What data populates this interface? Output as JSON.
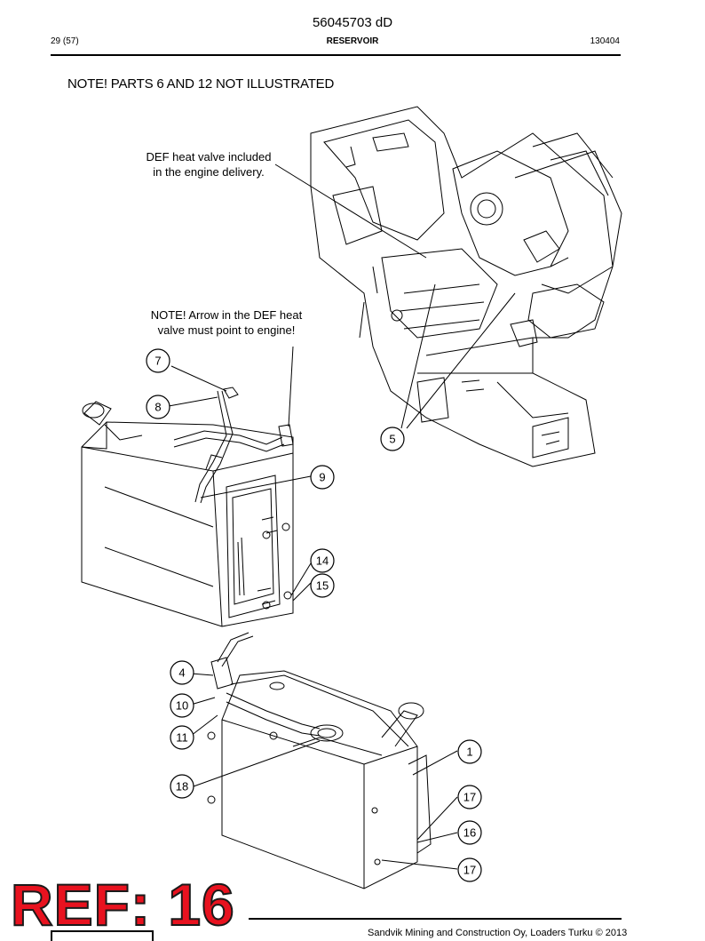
{
  "header": {
    "doc_id": "56045703 dD",
    "page": "29 (57)",
    "section": "RESERVOIR",
    "code": "130404"
  },
  "notes": {
    "top": "NOTE! PARTS 6 AND 12 NOT ILLUSTRATED",
    "def_valve_line1": "DEF heat valve included",
    "def_valve_line2": "in the engine delivery.",
    "arrow_line1": "NOTE! Arrow in the DEF heat",
    "arrow_line2": "valve must point to engine!"
  },
  "callouts": [
    "7",
    "8",
    "5",
    "9",
    "14",
    "15",
    "4",
    "10",
    "11",
    "1",
    "18",
    "17",
    "16",
    "17"
  ],
  "stamp": "REF: 16",
  "footer": "Sandvik Mining and Construction Oy, Loaders Turku © 2013",
  "colors": {
    "stamp": "#e8121f",
    "line": "#000000"
  }
}
